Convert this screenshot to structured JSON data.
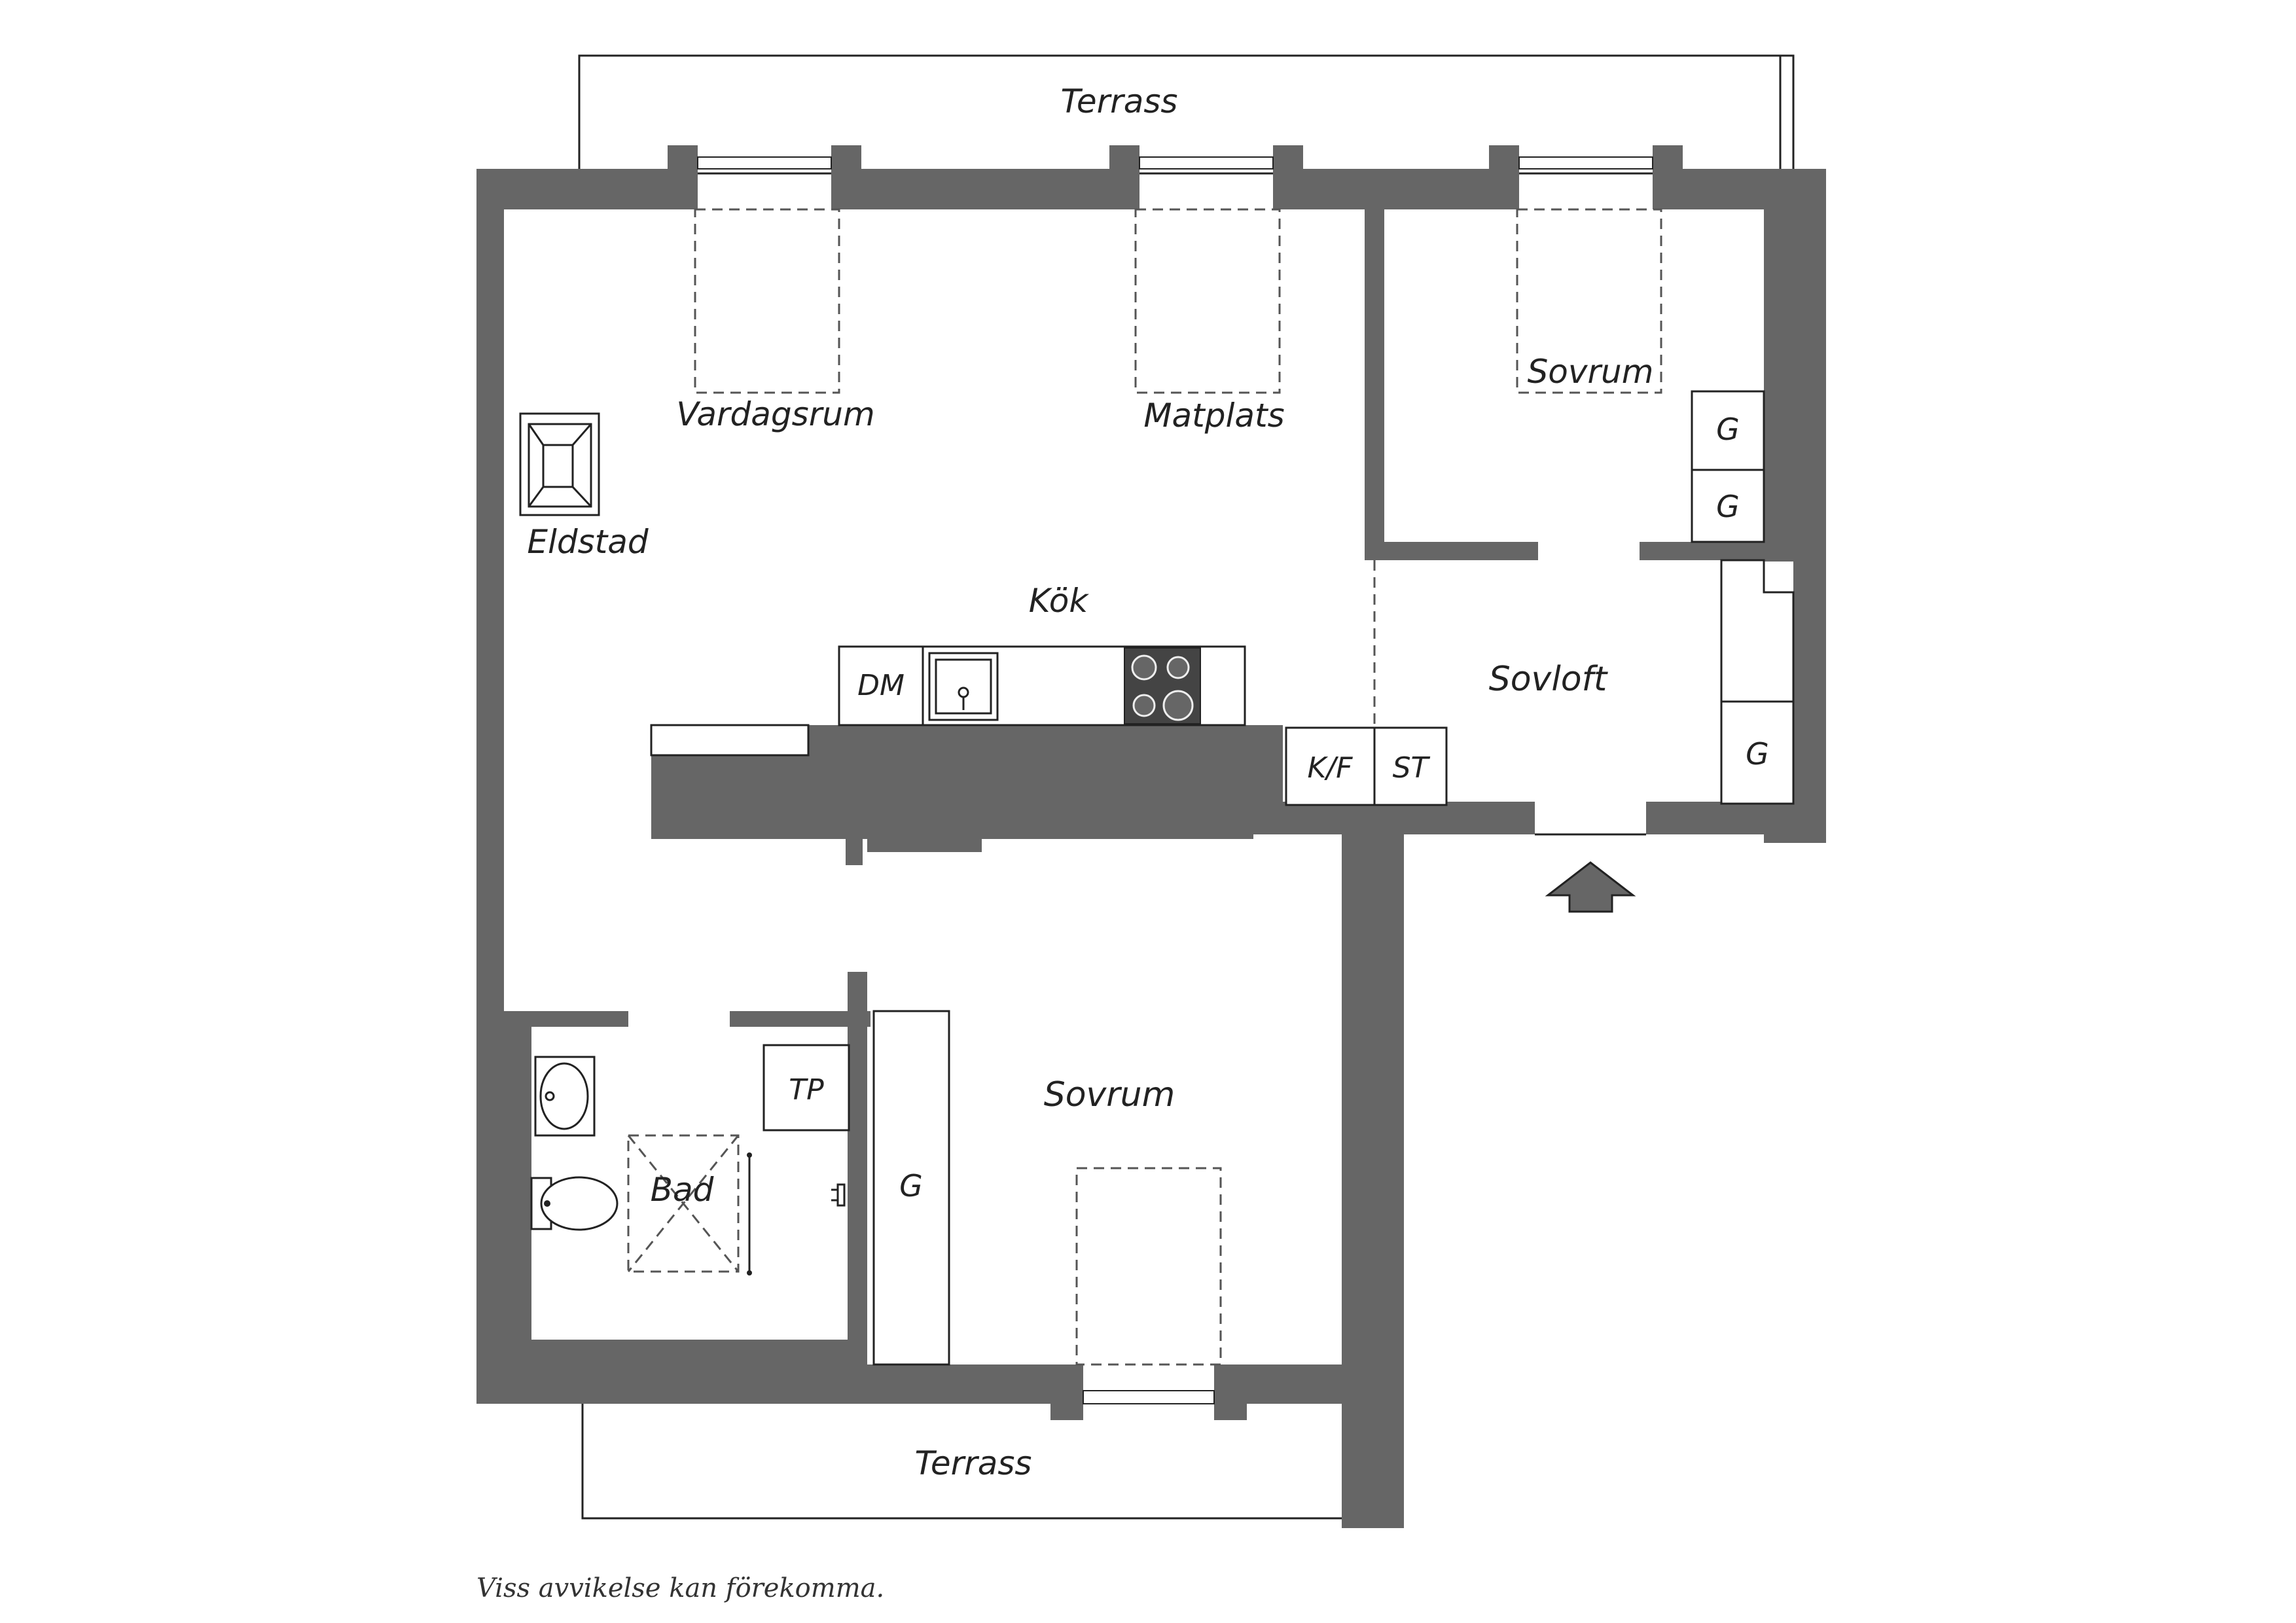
{
  "colors": {
    "wall": "#666666",
    "line": "#222222",
    "background": "#ffffff"
  },
  "labels": {
    "terrace_top": "Terrass",
    "living_room": "Vardagsrum",
    "dining": "Matplats",
    "bedroom_top": "Sovrum",
    "fireplace": "Eldstad",
    "kitchen": "Kök",
    "sleeping_loft": "Sovloft",
    "dishwasher": "DM",
    "fridge_freezer": "K/F",
    "cupboard": "ST",
    "wardrobe_1": "G",
    "wardrobe_2": "G",
    "wardrobe_3": "G",
    "wardrobe_4": "G",
    "washer": "TP",
    "bathroom": "Bad",
    "bedroom_bottom": "Sovrum",
    "terrace_bottom": "Terrass"
  },
  "footer": {
    "disclaimer": "Viss avvikelse kan förekomma."
  },
  "icons": {
    "entrance": "entrance-arrow-icon",
    "fireplace": "fireplace-icon",
    "sink": "sink-icon",
    "stove": "stove-icon",
    "washbasin": "washbasin-icon",
    "toilet": "toilet-icon"
  }
}
